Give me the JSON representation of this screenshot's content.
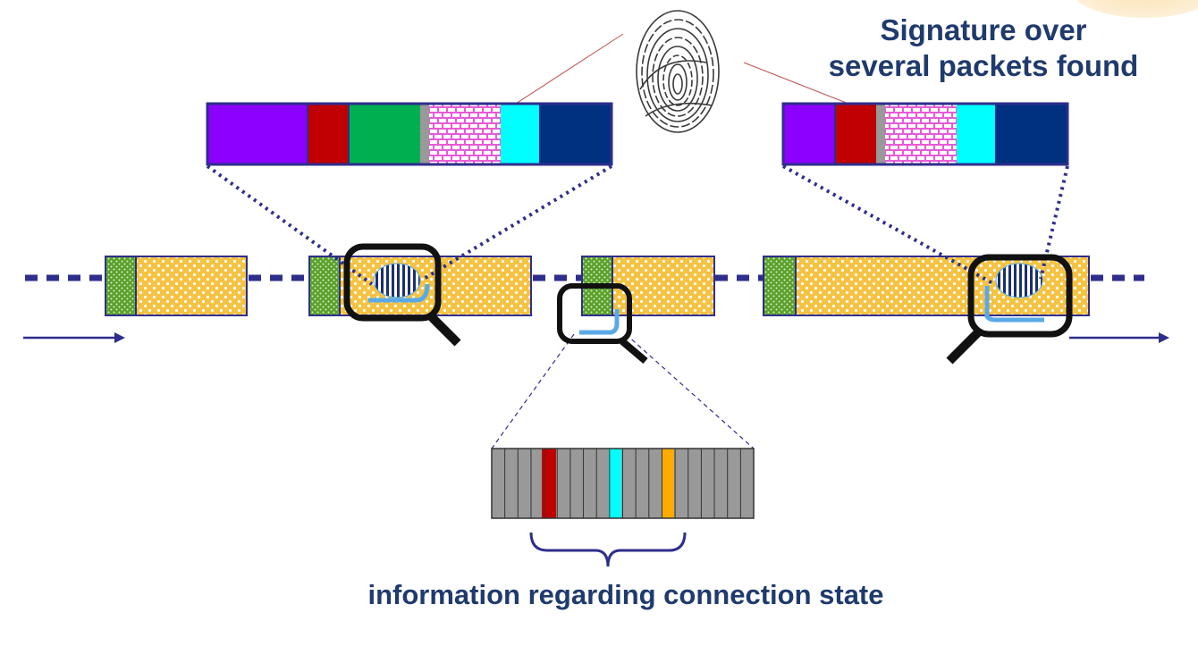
{
  "signature_caption": {
    "line1": "Signature over",
    "line2": "several packets found"
  },
  "connection_caption": "information regarding connection state",
  "colors": {
    "navy": "#2e2e8c",
    "title_blue": "#1f3a6e",
    "packet_header_green": "#5aa02c",
    "packet_payload_yellow": "#f5c242",
    "purple": "#8b00ff",
    "red": "#c00000",
    "green": "#00b050",
    "pink": "#e65bd6",
    "cyan": "#00ffff",
    "dark_blue": "#003080",
    "gray": "#999999",
    "orange": "#ffaa00",
    "magnifier": "#000000",
    "highlight_blue": "#5aa9e6"
  },
  "icons": [
    "fingerprint-icon",
    "magnifier-icon",
    "brace-icon",
    "arrow-right-icon"
  ],
  "left_signature_segments": [
    "purple",
    "red",
    "green",
    "gray",
    "pink",
    "cyan",
    "dark_blue"
  ],
  "right_signature_segments": [
    "purple",
    "red",
    "gray",
    "pink",
    "cyan",
    "dark_blue"
  ],
  "state_table_highlights": [
    "red",
    "cyan",
    "orange"
  ]
}
